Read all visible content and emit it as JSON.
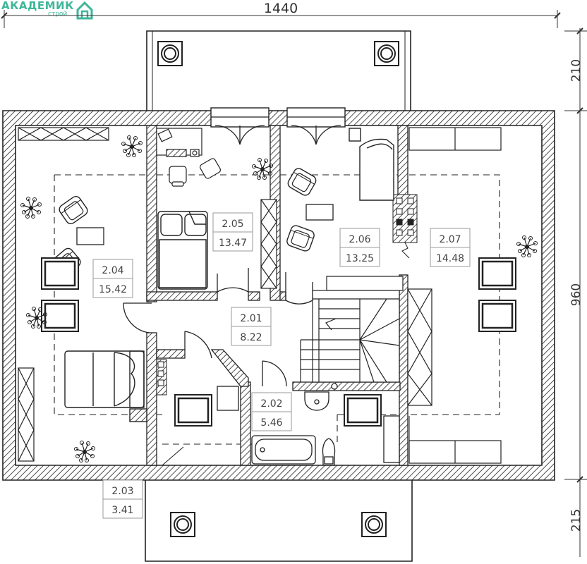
{
  "logo": {
    "brand": "АКАДЕМИК",
    "sub": "строй"
  },
  "dimensions": {
    "width": "1440",
    "balcony_top": "210",
    "house_depth": "960",
    "balcony_bottom": "215"
  },
  "rooms": [
    {
      "id": "r204",
      "number": "2.04",
      "area": "15.42"
    },
    {
      "id": "r205",
      "number": "2.05",
      "area": "13.47"
    },
    {
      "id": "r206",
      "number": "2.06",
      "area": "13.25"
    },
    {
      "id": "r207",
      "number": "2.07",
      "area": "14.48"
    },
    {
      "id": "r201",
      "number": "2.01",
      "area": "8.22"
    },
    {
      "id": "r202",
      "number": "2.02",
      "area": "5.46"
    },
    {
      "id": "r203",
      "number": "2.03",
      "area": "3.41"
    }
  ],
  "colors": {
    "walls": "#222222",
    "hatch": "#222222",
    "logo": "#3fb69a"
  }
}
